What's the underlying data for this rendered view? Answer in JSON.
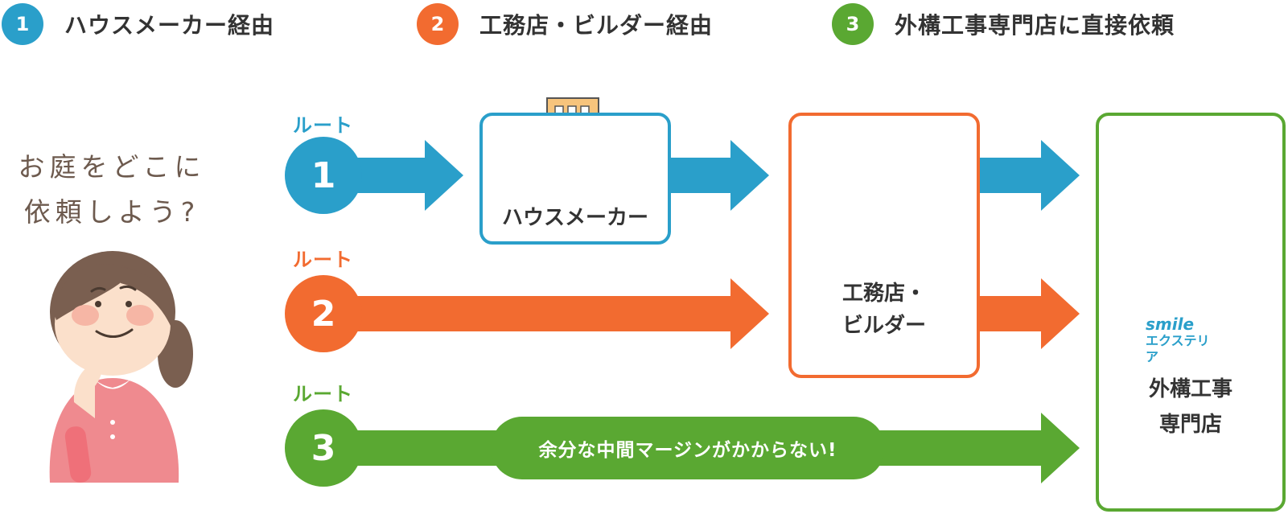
{
  "colors": {
    "blue": "#2a9fca",
    "orange": "#f26b30",
    "green": "#5aa832",
    "brown": "#6d5a4e"
  },
  "legend": [
    {
      "num": "1",
      "label": "ハウスメーカー経由"
    },
    {
      "num": "2",
      "label": "工務店・ビルダー経由"
    },
    {
      "num": "3",
      "label": "外構工事専門店に直接依頼"
    }
  ],
  "question": {
    "line1": "お庭をどこに",
    "line2": "依頼しよう?"
  },
  "routes": [
    {
      "label": "ルート",
      "num": "1"
    },
    {
      "label": "ルート",
      "num": "2"
    },
    {
      "label": "ルート",
      "num": "3"
    }
  ],
  "boxes": {
    "house_maker": "ハウスメーカー",
    "builder_line1": "工務店・",
    "builder_line2": "ビルダー",
    "exterior_line1": "外構工事",
    "exterior_line2": "専門店"
  },
  "logo": {
    "smile": "smile",
    "exterior": "エクステリア"
  },
  "pill": "余分な中間マージンがかからない!"
}
